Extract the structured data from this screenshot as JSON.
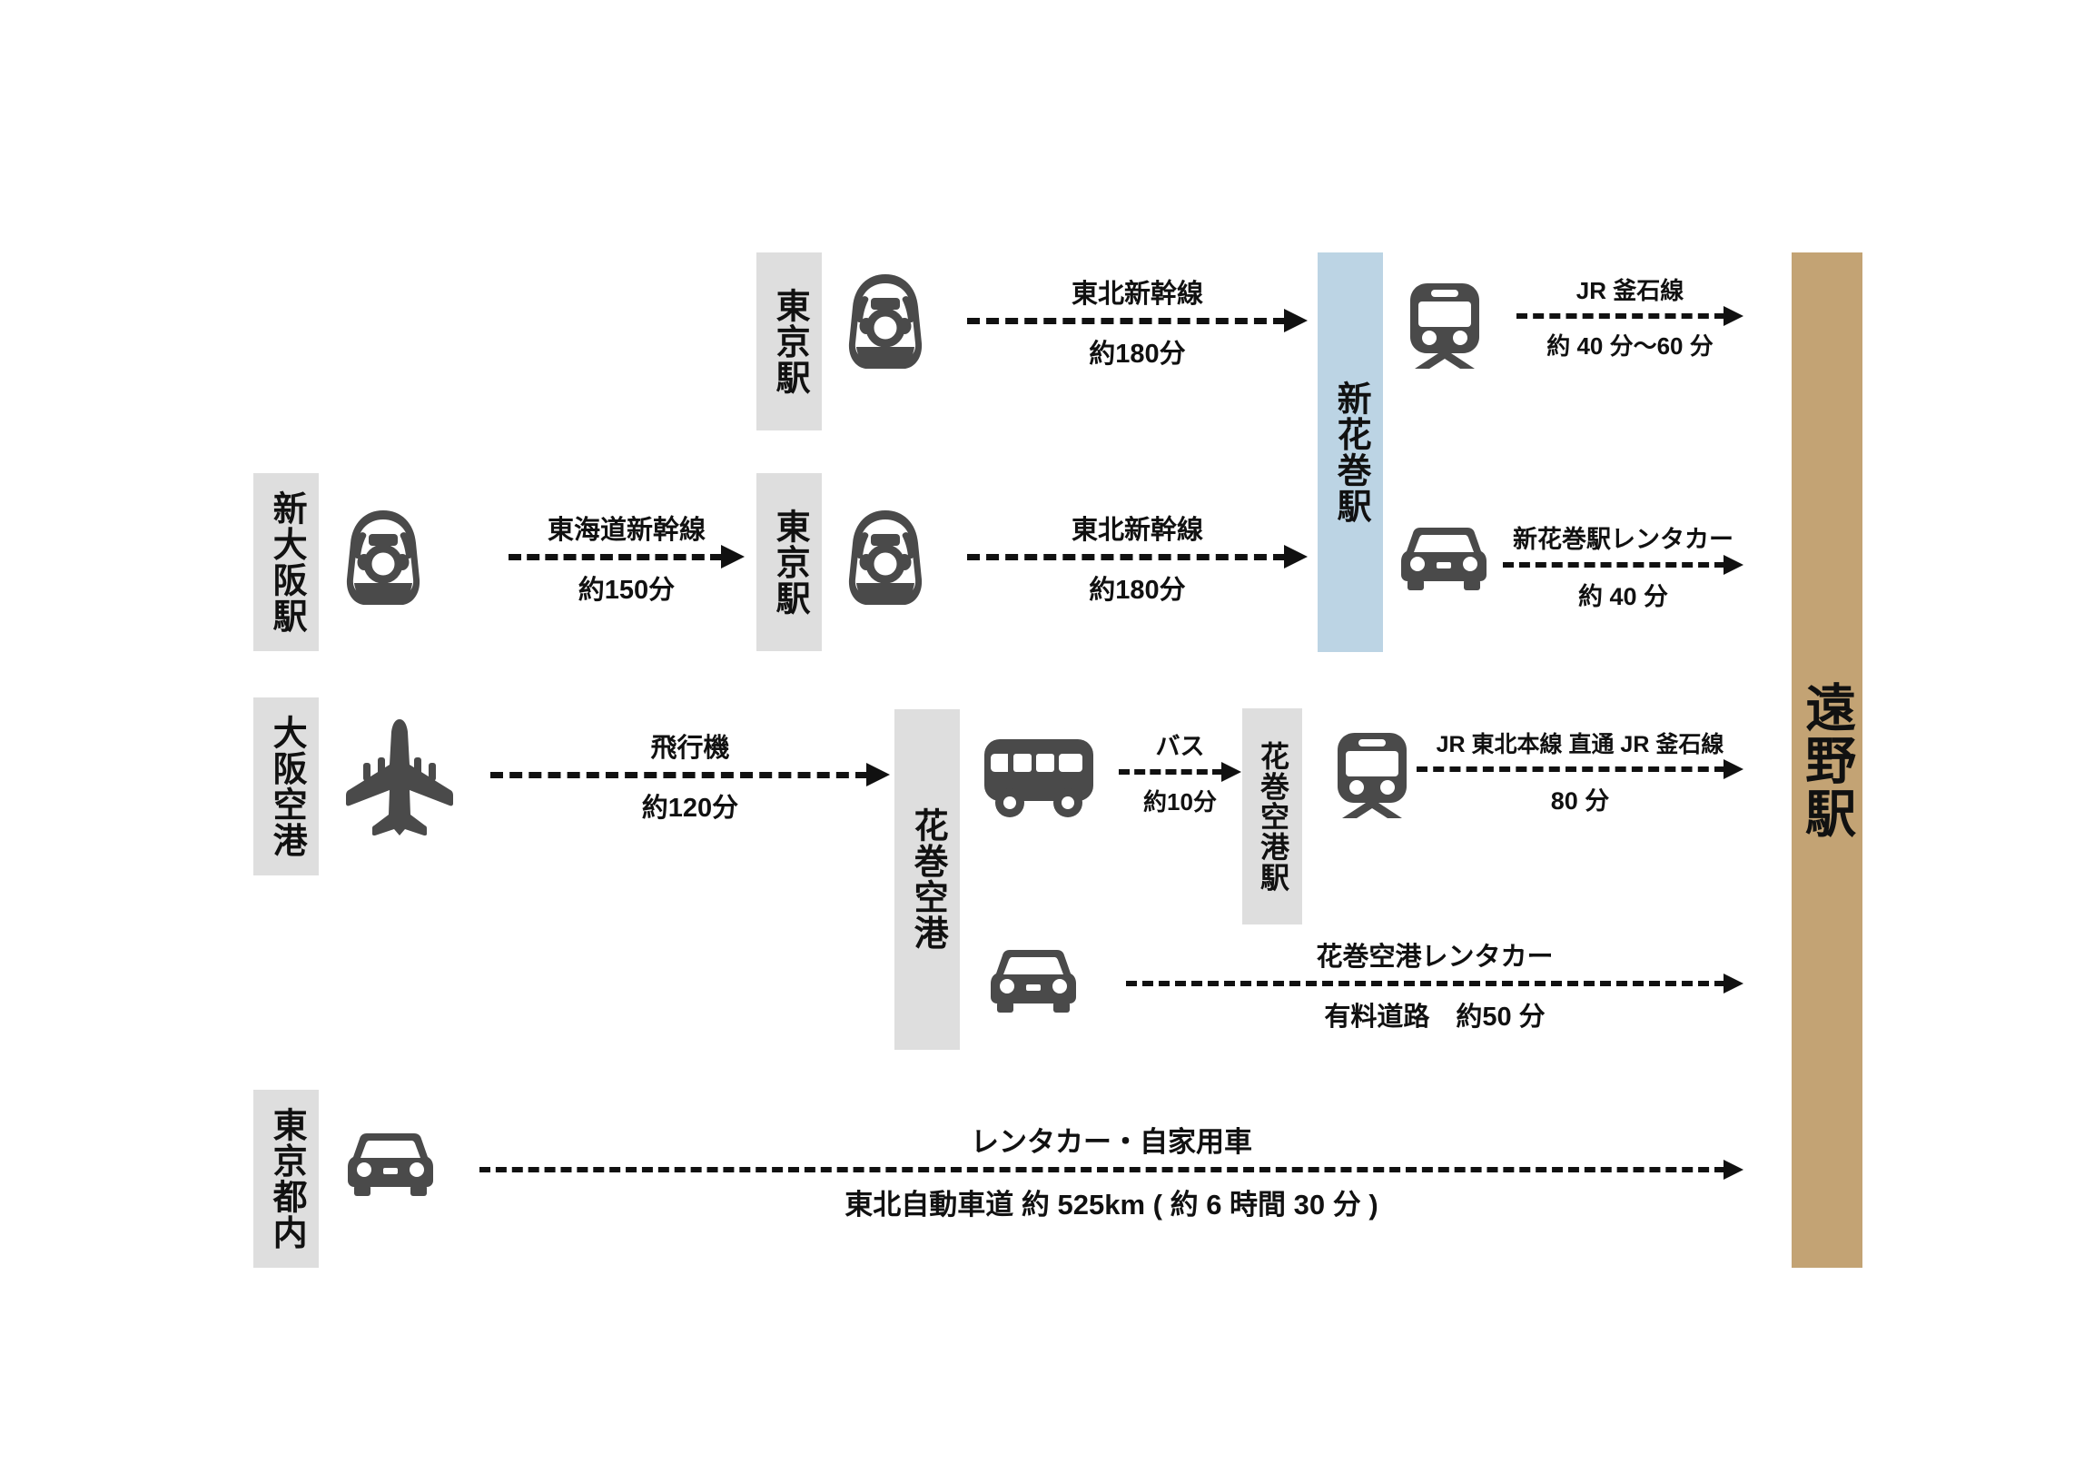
{
  "diagram": {
    "title_hidden": "",
    "colors": {
      "origin_bar": "#dedede",
      "hub_bar": "#bcd4e4",
      "destination_bar": "#c3a374",
      "line": "#111111",
      "icon": "#4a4a4a"
    },
    "destination": {
      "label": "遠野駅",
      "bar_color": "#c3a374"
    },
    "nodes": [
      {
        "id": "tokyo-station-top",
        "label": "東京駅",
        "type": "origin",
        "bar_color": "#dedede"
      },
      {
        "id": "shin-osaka-station",
        "label": "新大阪駅",
        "type": "origin",
        "bar_color": "#dedede"
      },
      {
        "id": "tokyo-station-mid",
        "label": "東京駅",
        "type": "transfer",
        "bar_color": "#dedede"
      },
      {
        "id": "shin-hanamaki-station",
        "label": "新花巻駅",
        "type": "hub",
        "bar_color": "#bcd4e4"
      },
      {
        "id": "osaka-airport",
        "label": "大阪空港",
        "type": "origin",
        "bar_color": "#dedede"
      },
      {
        "id": "hanamaki-airport",
        "label": "花巻空港",
        "type": "hub",
        "bar_color": "#dedede"
      },
      {
        "id": "hanamaki-airport-station",
        "label": "花巻空港駅",
        "type": "transfer",
        "bar_color": "#dedede"
      },
      {
        "id": "tokyo-metropolitan",
        "label": "東京都内",
        "type": "origin",
        "bar_color": "#dedede"
      }
    ],
    "routes": [
      {
        "id": "tokyo-to-shinhanamaki-top",
        "icon": "shinkansen-icon",
        "line_label": "東北新幹線",
        "duration_label": "約180分"
      },
      {
        "id": "shinhanamaki-to-tono-jr",
        "icon": "train-icon",
        "line_label": "JR 釜石線",
        "duration_label": "約 40 分〜60 分"
      },
      {
        "id": "shinosaka-to-tokyo",
        "icon": "shinkansen-icon",
        "line_label": "東海道新幹線",
        "duration_label": "約150分"
      },
      {
        "id": "tokyo-to-shinhanamaki-mid",
        "icon": "shinkansen-icon",
        "line_label": "東北新幹線",
        "duration_label": "約180分"
      },
      {
        "id": "shinhanamaki-rentacar-to-tono",
        "icon": "car-icon",
        "line_label": "新花巻駅レンタカー",
        "duration_label": "約 40 分"
      },
      {
        "id": "osaka-airport-to-hanamaki-airport",
        "icon": "airplane-icon",
        "line_label": "飛行機",
        "duration_label": "約120分"
      },
      {
        "id": "hanamaki-airport-bus",
        "icon": "bus-icon",
        "line_label": "バス",
        "duration_label": "約10分"
      },
      {
        "id": "hanamaki-airport-station-to-tono",
        "icon": "train-icon",
        "line_label": "JR 東北本線 直通 JR 釜石線",
        "duration_label": "80 分"
      },
      {
        "id": "hanamaki-airport-rentacar-to-tono",
        "icon": "car-icon",
        "line_label": "花巻空港レンタカー",
        "duration_label": "有料道路　約50 分"
      },
      {
        "id": "tokyo-drive-to-tono",
        "icon": "car-icon",
        "line_label": "レンタカー・自家用車",
        "duration_label": "東北自動車道 約 525km ( 約 6 時間 30 分 )"
      }
    ]
  }
}
